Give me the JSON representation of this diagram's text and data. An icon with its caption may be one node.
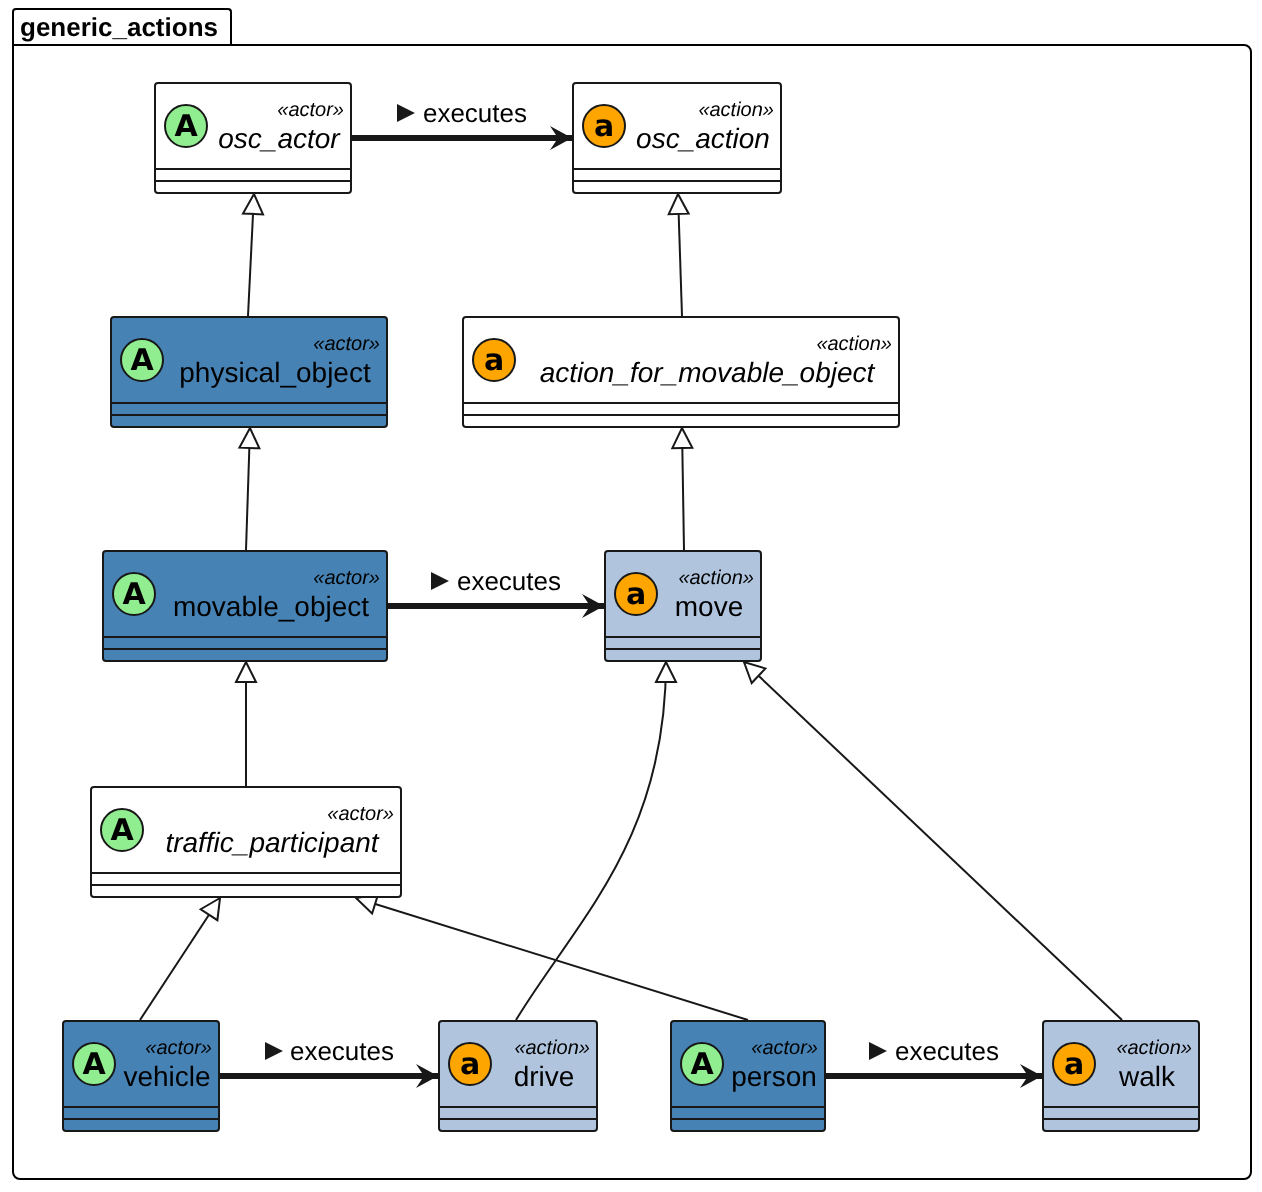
{
  "diagram": {
    "nodes": [
      {
        "text": [
          "generic_actions"
        ]
      },
      {
        "text": [
          "A",
          "«actor»",
          "osc_actor"
        ],
        "in": 0
      },
      {
        "text": [
          "a",
          "«action»",
          "osc_action"
        ],
        "in": 0
      },
      {
        "text": [
          "A",
          "«actor»",
          "physical_object"
        ],
        "in": 0
      },
      {
        "text": [
          "a",
          "«action»",
          "action_for_movable_object"
        ],
        "in": 0
      },
      {
        "text": [
          "A",
          "«actor»",
          "movable_object"
        ],
        "in": 0
      },
      {
        "text": [
          "a",
          "«action»",
          "move"
        ],
        "in": 0
      },
      {
        "text": [
          "A",
          "«actor»",
          "traffic_participant"
        ],
        "in": 0
      },
      {
        "text": [
          "A",
          "«actor»",
          "vehicle"
        ],
        "in": 0
      },
      {
        "text": [
          "a",
          "«action»",
          "drive"
        ],
        "in": 0
      },
      {
        "text": [
          "A",
          "«actor»",
          "person"
        ],
        "in": 0
      },
      {
        "text": [
          "a",
          "«action»",
          "walk"
        ],
        "in": 0
      }
    ],
    "edges": [
      {
        "from": 1,
        "to": 2,
        "arrow": "to",
        "label": "executes",
        "style": "thick"
      },
      {
        "from": 3,
        "to": 1,
        "arrow": "to"
      },
      {
        "from": 4,
        "to": 2,
        "arrow": "to"
      },
      {
        "from": 5,
        "to": 3,
        "arrow": "to"
      },
      {
        "from": 5,
        "to": 6,
        "arrow": "to",
        "label": "executes",
        "style": "thick"
      },
      {
        "from": 6,
        "to": 4,
        "arrow": "to"
      },
      {
        "from": 7,
        "to": 5,
        "arrow": "to"
      },
      {
        "from": 8,
        "to": 7,
        "arrow": "to"
      },
      {
        "from": 9,
        "to": 6,
        "arrow": "to"
      },
      {
        "from": 10,
        "to": 7,
        "arrow": "to"
      },
      {
        "from": 8,
        "to": 9,
        "arrow": "to",
        "label": "executes",
        "style": "thick"
      },
      {
        "from": 10,
        "to": 11,
        "arrow": "to",
        "label": "executes",
        "style": "thick"
      },
      {
        "from": 11,
        "to": 6,
        "arrow": "to"
      }
    ]
  }
}
